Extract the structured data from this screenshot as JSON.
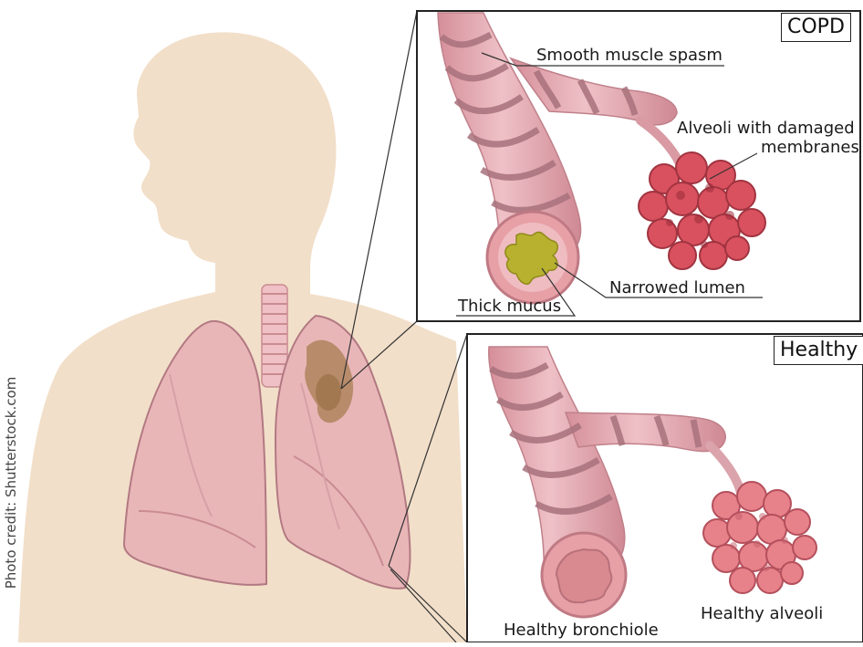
{
  "colors": {
    "skin": "#f2dfc9",
    "lung": "#e9b6b8",
    "lung_dark": "#c98c91",
    "bronchus": "#e7aeb6",
    "band": "#a8727c",
    "alveoli_copd": "#d9515f",
    "alveoli_healthy": "#e7818a",
    "mucus": "#b7b12f",
    "lesion": "#a37a4a"
  },
  "panels": {
    "copd": {
      "tag": "COPD",
      "labels": {
        "smooth_muscle": "Smooth muscle spasm",
        "alveoli_damaged_line1": "Alveoli with damaged",
        "alveoli_damaged_line2": "membranes",
        "thick_mucus": "Thick mucus",
        "narrowed_lumen": "Narrowed lumen"
      }
    },
    "healthy": {
      "tag": "Healthy",
      "labels": {
        "bronchiole": "Healthy  bronchiole",
        "alveoli": "Healthy alveoli"
      }
    }
  },
  "credit": "Photo credit: Shutterstock.com"
}
